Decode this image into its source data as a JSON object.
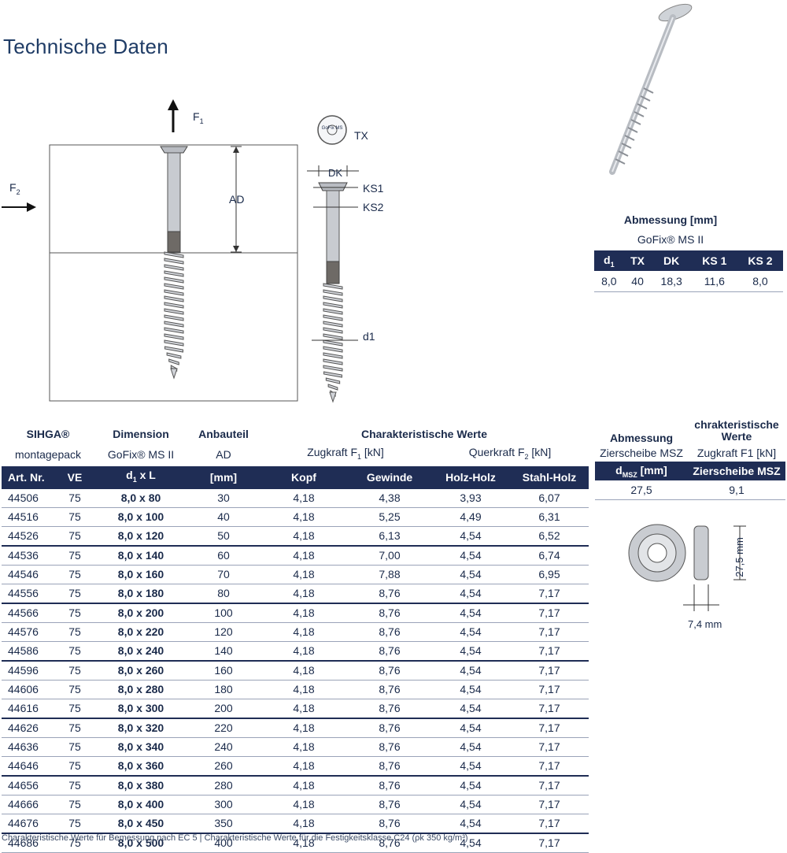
{
  "title": "Technische Daten",
  "diagram": {
    "label_f1": "F",
    "label_f1_sub": "1",
    "label_f2": "F",
    "label_f2_sub": "2",
    "label_ad": "AD",
    "label_dk": "DK",
    "label_ks1": "KS1",
    "label_ks2": "KS2",
    "label_d1": "d1",
    "label_tx": "TX",
    "head_text": "GoFix MS"
  },
  "dimension_table": {
    "title": "Abmessung [mm]",
    "subtitle": "GoFix® MS II",
    "headers": [
      "d",
      "TX",
      "DK",
      "KS 1",
      "KS 2"
    ],
    "header_d_sub": "1",
    "values": [
      "8,0",
      "40",
      "18,3",
      "11,6",
      "8,0"
    ]
  },
  "main_table": {
    "h1": {
      "sihga": "SIHGA®",
      "dimension": "Dimension",
      "anbauteil": "Anbauteil",
      "char_werte": "Charakteristische Werte"
    },
    "h2": {
      "montagepack": "montagepack",
      "gofix": "GoFix® MS II",
      "ad": "AD",
      "zugkraft": "Zugkraft F",
      "zugkraft_sub": "1",
      "zugkraft_unit": " [kN]",
      "querkraft": "Querkraft F",
      "querkraft_sub": "2",
      "querkraft_unit": " [kN]"
    },
    "h3": {
      "art_nr": "Art. Nr.",
      "ve": "VE",
      "d1xl": "d",
      "d1xl_sub": "1",
      "d1xl_rest": " x L",
      "mm": "[mm]",
      "kopf": "Kopf",
      "gewinde": "Gewinde",
      "holz_holz": "Holz-Holz",
      "stahl_holz": "Stahl-Holz"
    },
    "rows": [
      [
        "44506",
        "75",
        "8,0 x 80",
        "30",
        "4,18",
        "4,38",
        "3,93",
        "6,07"
      ],
      [
        "44516",
        "75",
        "8,0 x 100",
        "40",
        "4,18",
        "5,25",
        "4,49",
        "6,31"
      ],
      [
        "44526",
        "75",
        "8,0 x 120",
        "50",
        "4,18",
        "6,13",
        "4,54",
        "6,52"
      ],
      [
        "44536",
        "75",
        "8,0 x 140",
        "60",
        "4,18",
        "7,00",
        "4,54",
        "6,74"
      ],
      [
        "44546",
        "75",
        "8,0 x 160",
        "70",
        "4,18",
        "7,88",
        "4,54",
        "6,95"
      ],
      [
        "44556",
        "75",
        "8,0 x 180",
        "80",
        "4,18",
        "8,76",
        "4,54",
        "7,17"
      ],
      [
        "44566",
        "75",
        "8,0 x 200",
        "100",
        "4,18",
        "8,76",
        "4,54",
        "7,17"
      ],
      [
        "44576",
        "75",
        "8,0 x 220",
        "120",
        "4,18",
        "8,76",
        "4,54",
        "7,17"
      ],
      [
        "44586",
        "75",
        "8,0 x 240",
        "140",
        "4,18",
        "8,76",
        "4,54",
        "7,17"
      ],
      [
        "44596",
        "75",
        "8,0 x 260",
        "160",
        "4,18",
        "8,76",
        "4,54",
        "7,17"
      ],
      [
        "44606",
        "75",
        "8,0 x 280",
        "180",
        "4,18",
        "8,76",
        "4,54",
        "7,17"
      ],
      [
        "44616",
        "75",
        "8,0 x 300",
        "200",
        "4,18",
        "8,76",
        "4,54",
        "7,17"
      ],
      [
        "44626",
        "75",
        "8,0 x 320",
        "220",
        "4,18",
        "8,76",
        "4,54",
        "7,17"
      ],
      [
        "44636",
        "75",
        "8,0 x 340",
        "240",
        "4,18",
        "8,76",
        "4,54",
        "7,17"
      ],
      [
        "44646",
        "75",
        "8,0 x 360",
        "260",
        "4,18",
        "8,76",
        "4,54",
        "7,17"
      ],
      [
        "44656",
        "75",
        "8,0 x 380",
        "280",
        "4,18",
        "8,76",
        "4,54",
        "7,17"
      ],
      [
        "44666",
        "75",
        "8,0 x 400",
        "300",
        "4,18",
        "8,76",
        "4,54",
        "7,17"
      ],
      [
        "44676",
        "75",
        "8,0 x 450",
        "350",
        "4,18",
        "8,76",
        "4,54",
        "7,17"
      ],
      [
        "44686",
        "75",
        "8,0 x 500",
        "400",
        "4,18",
        "8,76",
        "4,54",
        "7,17"
      ]
    ],
    "group_ends": [
      2,
      5,
      8,
      11,
      14,
      17
    ]
  },
  "msz_table": {
    "h1_abmessung": "Abmessung",
    "h1_werte": "chrakteristische Werte",
    "h2_zierscheibe": "Zierscheibe MSZ",
    "h2_zugkraft": "Zugkraft F1 [kN]",
    "h3_d": "d",
    "h3_d_sub": "MSZ",
    "h3_d_unit": " [mm]",
    "h3_zierscheibe": "Zierscheibe MSZ",
    "values": [
      "27,5",
      "9,1"
    ],
    "washer_height": "27,5 mm",
    "washer_width": "7,4 mm"
  },
  "footer": "Charakteristische Werte für Bemessung nach EC 5  |  Charakteristische Werte für die Festigkeitsklasse C24 (ρk 350 kg/m³)"
}
